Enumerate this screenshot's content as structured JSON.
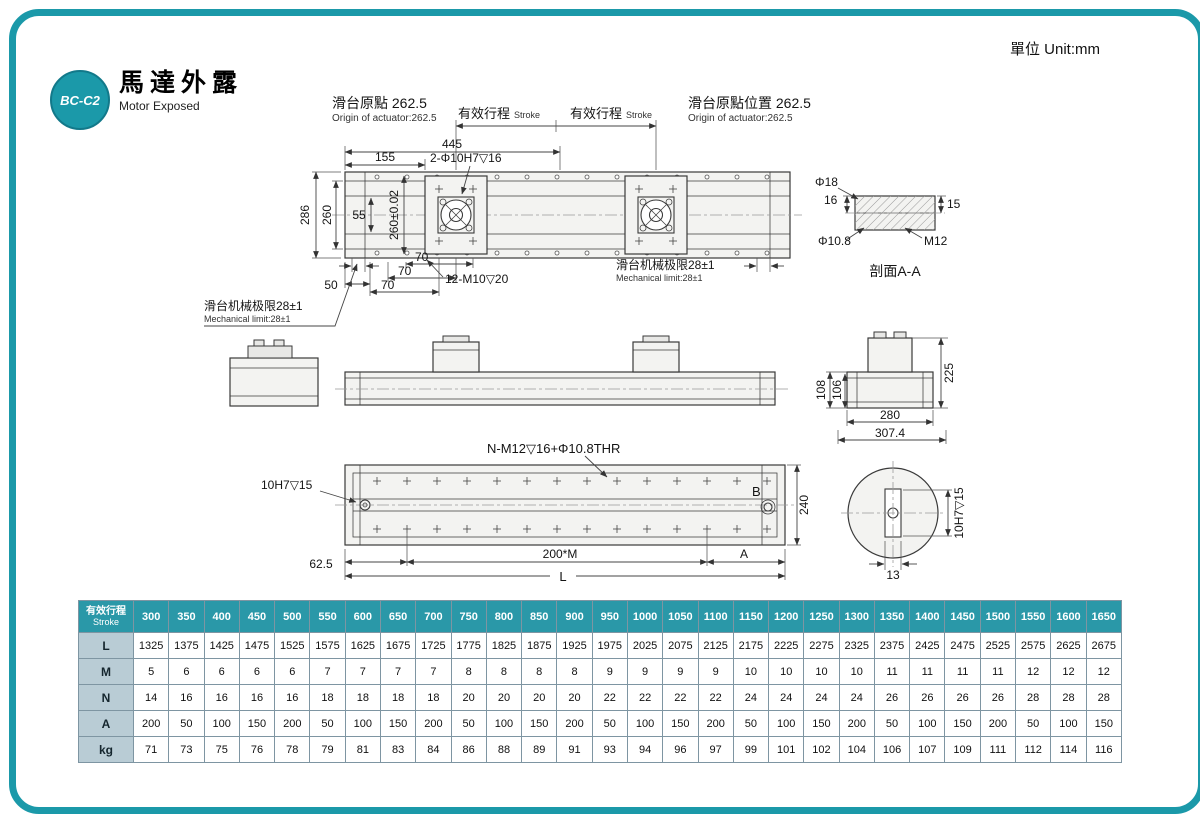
{
  "frame": {
    "unit": "單位 Unit:mm"
  },
  "badge": {
    "model": "BC-C2",
    "title_zh": "馬達外露",
    "title_en": "Motor Exposed"
  },
  "drawing": {
    "top": {
      "origin_left_zh": "滑台原點 262.5",
      "origin_left_en": "Origin of actuator:262.5",
      "stroke1_zh": "有效行程",
      "stroke1_en": "Stroke",
      "stroke2_zh": "有效行程",
      "stroke2_en": "Stroke",
      "origin_right_zh": "滑台原點位置 262.5",
      "origin_right_en": "Origin of actuator:262.5",
      "dim_445": "445",
      "dim_155": "155",
      "hole_note": "2-Φ10H7▽16",
      "dim_286": "286",
      "dim_260": "260",
      "dim_260_tol": "260±0.02",
      "dim_55": "55",
      "dim_50": "50",
      "dim_70_1": "70",
      "dim_70_2": "70",
      "dim_70_3": "70",
      "thread_note": "12-M10▽20",
      "mech_left_zh": "滑台机械极限28±1",
      "mech_left_en": "Mechanical limit:28±1",
      "mech_right_zh": "滑台机械极限28±1",
      "mech_right_en": "Mechanical limit:28±1"
    },
    "section": {
      "dim_d18": "Φ18",
      "dim_16": "16",
      "dim_15": "15",
      "dim_d108": "Φ10.8",
      "dim_m12": "M12",
      "title": "剖面A-A"
    },
    "side": {
      "dim_108": "108",
      "dim_106": "106",
      "dim_225": "225",
      "dim_280": "280",
      "dim_307": "307.4"
    },
    "bottom": {
      "hole_note": "N-M12▽16+Φ10.8THR",
      "pin_note": "10H7▽15",
      "label_b": "B",
      "dim_240": "240",
      "dim_62": "62.5",
      "dim_200m": "200*M",
      "label_a": "A",
      "label_l": "L"
    },
    "detail": {
      "dim_13": "13",
      "pin_note": "10H7▽15"
    }
  },
  "table": {
    "header_zh": "有效行程",
    "header_en": "Stroke",
    "strokes": [
      "300",
      "350",
      "400",
      "450",
      "500",
      "550",
      "600",
      "650",
      "700",
      "750",
      "800",
      "850",
      "900",
      "950",
      "1000",
      "1050",
      "1100",
      "1150",
      "1200",
      "1250",
      "1300",
      "1350",
      "1400",
      "1450",
      "1500",
      "1550",
      "1600",
      "1650"
    ],
    "rows": [
      {
        "label": "L",
        "values": [
          "1325",
          "1375",
          "1425",
          "1475",
          "1525",
          "1575",
          "1625",
          "1675",
          "1725",
          "1775",
          "1825",
          "1875",
          "1925",
          "1975",
          "2025",
          "2075",
          "2125",
          "2175",
          "2225",
          "2275",
          "2325",
          "2375",
          "2425",
          "2475",
          "2525",
          "2575",
          "2625",
          "2675"
        ]
      },
      {
        "label": "M",
        "values": [
          "5",
          "6",
          "6",
          "6",
          "6",
          "7",
          "7",
          "7",
          "7",
          "8",
          "8",
          "8",
          "8",
          "9",
          "9",
          "9",
          "9",
          "10",
          "10",
          "10",
          "10",
          "11",
          "11",
          "11",
          "11",
          "12",
          "12",
          "12"
        ]
      },
      {
        "label": "N",
        "values": [
          "14",
          "16",
          "16",
          "16",
          "16",
          "18",
          "18",
          "18",
          "18",
          "20",
          "20",
          "20",
          "20",
          "22",
          "22",
          "22",
          "22",
          "24",
          "24",
          "24",
          "24",
          "26",
          "26",
          "26",
          "26",
          "28",
          "28",
          "28"
        ]
      },
      {
        "label": "A",
        "values": [
          "200",
          "50",
          "100",
          "150",
          "200",
          "50",
          "100",
          "150",
          "200",
          "50",
          "100",
          "150",
          "200",
          "50",
          "100",
          "150",
          "200",
          "50",
          "100",
          "150",
          "200",
          "50",
          "100",
          "150",
          "200",
          "50",
          "100",
          "150"
        ]
      },
      {
        "label": "kg",
        "values": [
          "71",
          "73",
          "75",
          "76",
          "78",
          "79",
          "81",
          "83",
          "84",
          "86",
          "88",
          "89",
          "91",
          "93",
          "94",
          "96",
          "97",
          "99",
          "101",
          "102",
          "104",
          "106",
          "107",
          "109",
          "111",
          "112",
          "114",
          "116"
        ]
      }
    ]
  }
}
